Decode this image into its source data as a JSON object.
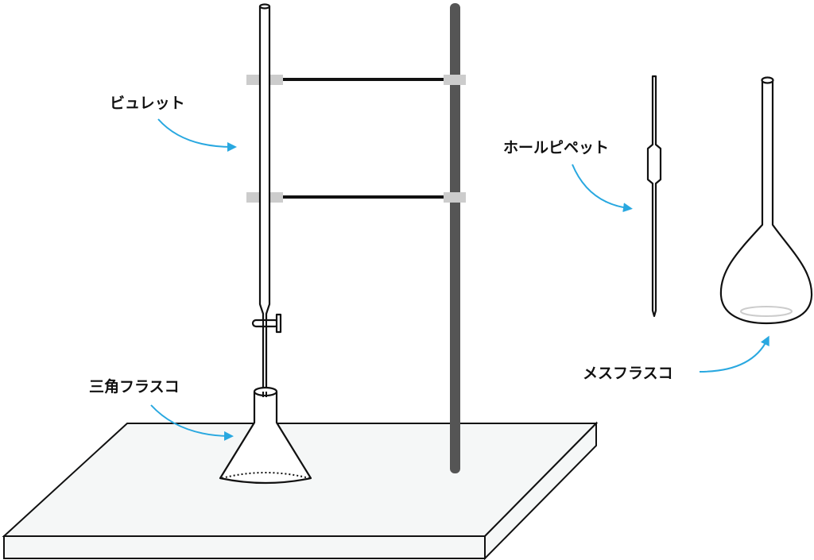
{
  "labels": {
    "burette": "ビュレット",
    "whole_pipette": "ホールピペット",
    "erlenmeyer_flask": "三角フラスコ",
    "volumetric_flask": "メスフラスコ"
  },
  "colors": {
    "arrow": "#29a8e0",
    "rod": "#555555",
    "clamp": "#cccccc",
    "base": "#f5f7f7"
  }
}
